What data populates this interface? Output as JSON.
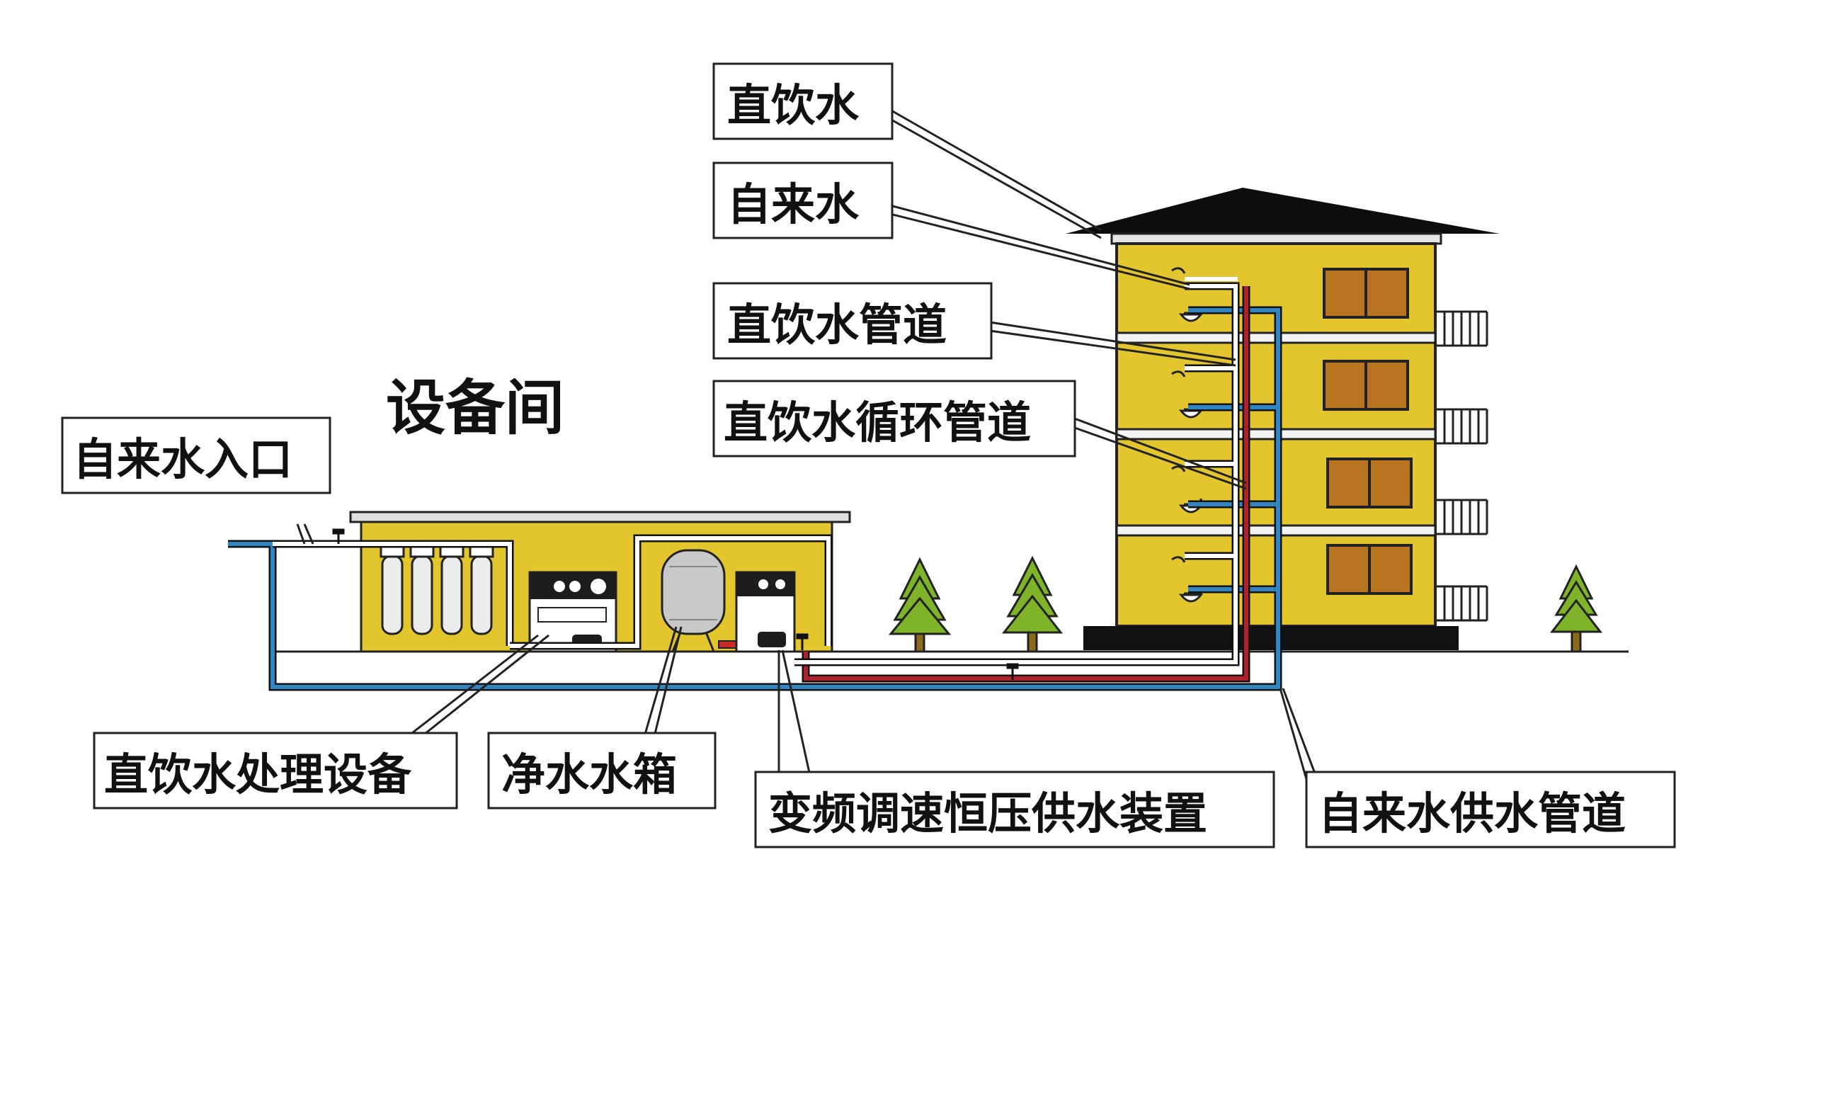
{
  "title": "设备间",
  "labels": {
    "direct_drinking_water": "直饮水",
    "tap_water": "自来水",
    "direct_drinking_pipe": "直饮水管道",
    "direct_drinking_circulation_pipe": "直饮水循环管道",
    "tap_water_inlet": "自来水入口",
    "treatment_equipment": "直饮水处理设备",
    "clean_water_tank": "净水水箱",
    "vfd_pump": "变频调速恒压供水装置",
    "tap_water_supply_pipe": "自来水供水管道"
  },
  "colors": {
    "building_yellow": "#e3c52e",
    "roof": "#0d0d0d",
    "window": "#b87420",
    "tap_pipe": "#2f86c2",
    "circulation_pipe": "#b3202a",
    "drinking_pipe": "#ffffff",
    "tree": "#7fb32a",
    "trunk": "#8b6a1e"
  },
  "icons": {
    "tree": "tree-icon",
    "faucet": "faucet-icon",
    "valve": "valve-icon"
  }
}
